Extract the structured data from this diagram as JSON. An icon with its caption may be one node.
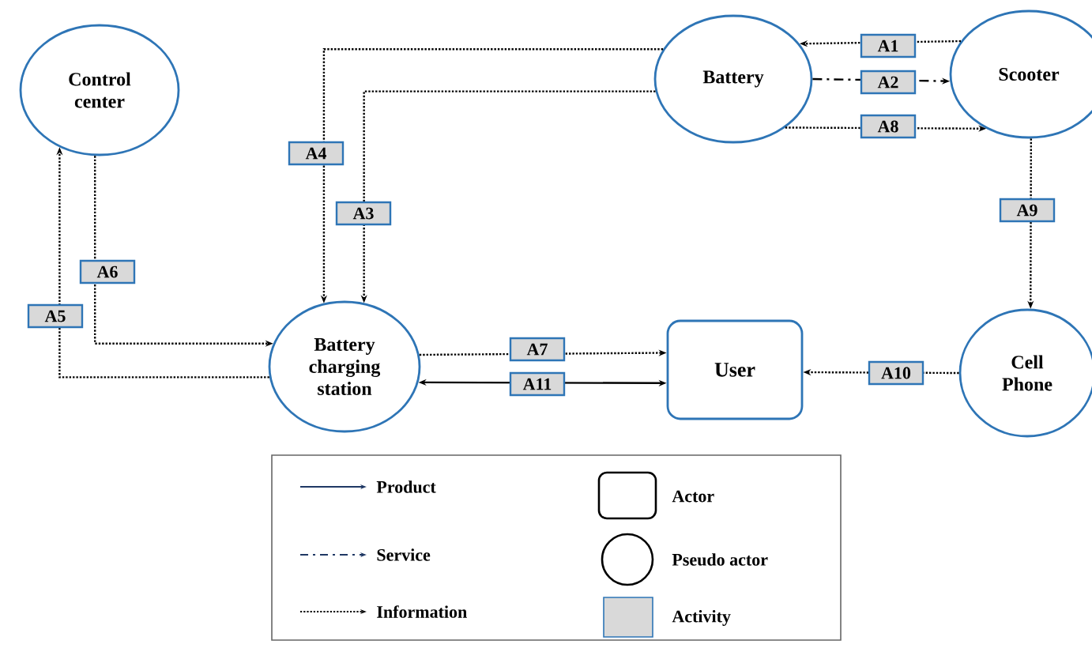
{
  "diagram": {
    "nodes": [
      {
        "text": [
          "Control center"
        ]
      },
      {
        "text": [
          "Battery"
        ]
      },
      {
        "text": [
          "Scooter"
        ]
      },
      {
        "text": [
          "Battery charging station"
        ]
      },
      {
        "text": [
          "User"
        ]
      },
      {
        "text": [
          "Cell Phone"
        ]
      }
    ],
    "edges": [
      {
        "from": 2,
        "to": 1,
        "arrow": "to",
        "label": "A1",
        "style": "dashed"
      },
      {
        "from": 1,
        "to": 2,
        "arrow": "to",
        "label": "A2",
        "style": "dashed"
      },
      {
        "from": 1,
        "to": 3,
        "arrow": "to",
        "label": "A3",
        "style": "dashed"
      },
      {
        "from": 1,
        "to": 3,
        "arrow": "to",
        "label": "A4",
        "style": "dashed"
      },
      {
        "from": 3,
        "to": 0,
        "arrow": "to",
        "label": "A5",
        "style": "dashed"
      },
      {
        "from": 0,
        "to": 3,
        "arrow": "to",
        "label": "A6",
        "style": "dashed"
      },
      {
        "from": 3,
        "to": 4,
        "arrow": "to",
        "label": "A7",
        "style": "dashed"
      },
      {
        "from": 1,
        "to": 2,
        "arrow": "to",
        "label": "A8",
        "style": "dashed"
      },
      {
        "from": 2,
        "to": 5,
        "arrow": "to",
        "label": "A9",
        "style": "dashed"
      },
      {
        "from": 5,
        "to": 4,
        "arrow": "to",
        "label": "A10",
        "style": "dashed"
      },
      {
        "from": 3,
        "to": 4,
        "arrow": "both",
        "label": "A11"
      }
    ],
    "legend": [
      {
        "text": "Product"
      },
      {
        "text": "Actor"
      },
      {
        "text": "Service"
      },
      {
        "text": "Pseudo actor"
      },
      {
        "text": "Information"
      },
      {
        "text": "Activity",
        "color": "#d9d9d9"
      }
    ]
  }
}
